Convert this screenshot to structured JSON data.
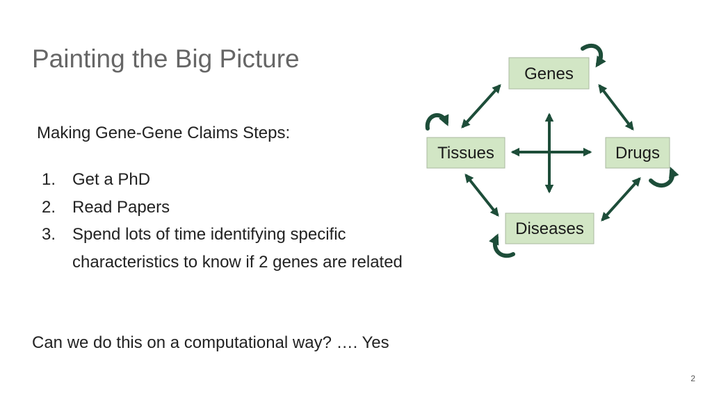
{
  "slide": {
    "title": "Painting the Big Picture",
    "subheading": "Making Gene-Gene Claims Steps:",
    "steps": [
      {
        "num": "1.",
        "text": "Get a PhD"
      },
      {
        "num": "2.",
        "text": "Read Papers"
      },
      {
        "num": "3.",
        "text": "Spend lots of time identifying specific characteristics to know if 2 genes are related"
      }
    ],
    "question": "Can we do this on a computational way? …. Yes",
    "page_number": "2"
  },
  "diagram": {
    "nodes": {
      "genes": "Genes",
      "tissues": "Tissues",
      "drugs": "Drugs",
      "diseases": "Diseases"
    },
    "colors": {
      "node_fill": "#d2e6c5",
      "arrow": "#1d4d39"
    }
  }
}
